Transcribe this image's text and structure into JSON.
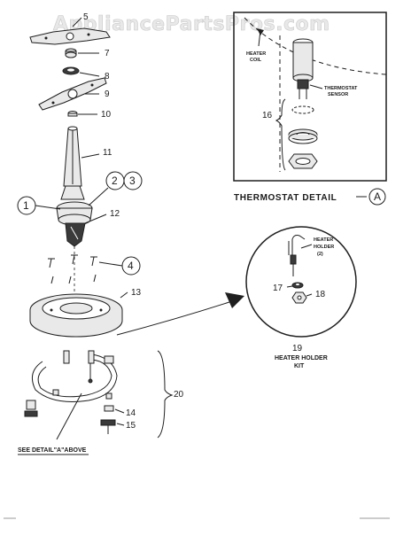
{
  "watermark": "AppliancePartsPros.com",
  "part_numbers": {
    "p5": "5",
    "p7": "7",
    "p8": "8",
    "p9": "9",
    "p10": "10",
    "p11": "11",
    "p12": "12",
    "p13": "13",
    "p14": "14",
    "p15": "15",
    "p16": "16",
    "p17": "17",
    "p18": "18",
    "p19": "19",
    "p20": "20"
  },
  "circled_numbers": {
    "c1": "1",
    "c2": "2",
    "c3": "3",
    "c4": "4"
  },
  "thermostat_detail": {
    "title": "THERMOSTAT DETAIL",
    "callout": "A",
    "heater_coil_label_1": "HEATER",
    "heater_coil_label_2": "COIL",
    "sensor_label_1": "THERMOSTAT",
    "sensor_label_2": "SENSOR"
  },
  "heater_holder": {
    "label_1": "HEATER",
    "label_2": "HOLDER",
    "label_3": "(2)",
    "kit_label_1": "HEATER HOLDER",
    "kit_label_2": "KIT"
  },
  "see_detail_label": "SEE DETAIL\"A\"ABOVE"
}
